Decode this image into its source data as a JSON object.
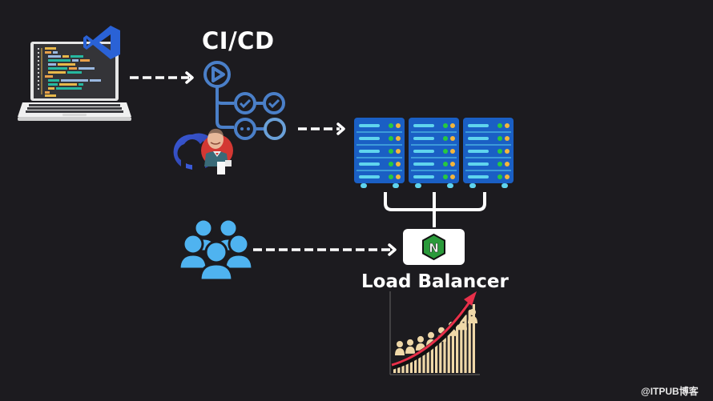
{
  "diagram": {
    "title": "CI/CD",
    "load_balancer_label": "Load Balancer",
    "watermark": "@ITPUB博客",
    "nodes": [
      {
        "id": "developer-laptop",
        "icon": "laptop-code-icon"
      },
      {
        "id": "vscode",
        "icon": "vscode-icon"
      },
      {
        "id": "pipeline",
        "icon": "ci-cd-pipeline-icon"
      },
      {
        "id": "github",
        "icon": "github-icon"
      },
      {
        "id": "jenkins",
        "icon": "jenkins-icon"
      },
      {
        "id": "server-cluster",
        "icon": "server-rack-icon",
        "count": 3
      },
      {
        "id": "nginx",
        "icon": "nginx-icon",
        "letter": "N"
      },
      {
        "id": "users",
        "icon": "users-group-icon"
      },
      {
        "id": "growth-chart",
        "icon": "growth-chart-icon"
      }
    ],
    "edges": [
      {
        "from": "developer-laptop",
        "to": "pipeline",
        "style": "dashed"
      },
      {
        "from": "pipeline",
        "to": "server-cluster",
        "style": "dashed"
      },
      {
        "from": "users",
        "to": "nginx",
        "style": "dashed"
      },
      {
        "from": "server-cluster",
        "to": "nginx",
        "style": "bracket"
      }
    ],
    "colors": {
      "background": "#1c1b1f",
      "pipeline_blue": "#4a7fc8",
      "server_blue": "#1a5fc4",
      "server_slot": "#5fd4ee",
      "led_green": "#27c93f",
      "led_yellow": "#f4b63a",
      "users_blue": "#4fb3f0",
      "nginx_green": "#2a9a3a",
      "arrow_red": "#e8304a",
      "chart_beige": "#efd8a8"
    }
  }
}
